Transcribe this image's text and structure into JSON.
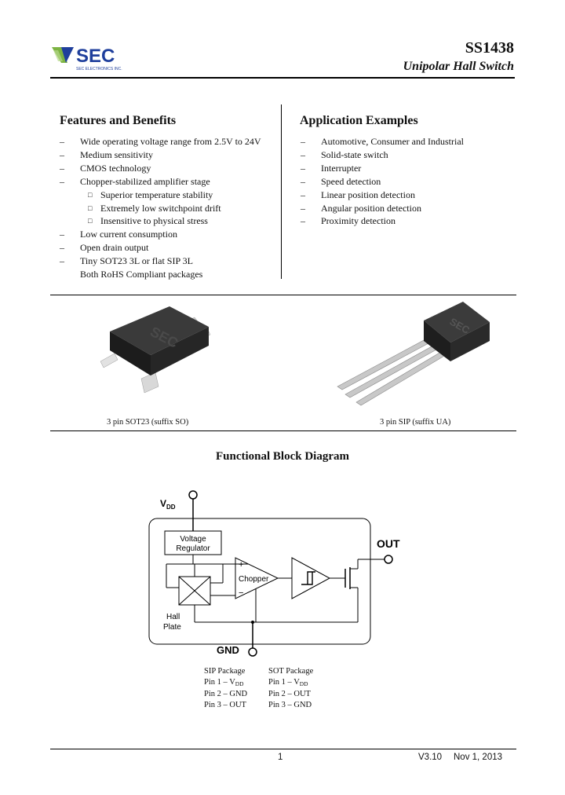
{
  "header": {
    "logo_text": "SEC",
    "logo_subtext": "SEC ELECTRONICS INC.",
    "part_number": "SS1438",
    "subtitle": "Unipolar Hall Switch"
  },
  "features": {
    "title": "Features and Benefits",
    "items": [
      {
        "text": "Wide operating voltage range from 2.5V to 24V",
        "level": 1
      },
      {
        "text": "Medium sensitivity",
        "level": 1
      },
      {
        "text": "CMOS technology",
        "level": 1
      },
      {
        "text": "Chopper-stabilized amplifier stage",
        "level": 1
      },
      {
        "text": "Superior temperature stability",
        "level": 2
      },
      {
        "text": "Extremely low switchpoint drift",
        "level": 2
      },
      {
        "text": "Insensitive to physical stress",
        "level": 2
      },
      {
        "text": "Low current consumption",
        "level": 1
      },
      {
        "text": "Open drain output",
        "level": 1
      },
      {
        "text": "Tiny SOT23 3L or flat SIP 3L",
        "level": 1
      },
      {
        "text": "Both RoHS Compliant packages",
        "level": 0
      }
    ]
  },
  "applications": {
    "title": "Application Examples",
    "items": [
      "Automotive, Consumer and Industrial",
      "Solid-state switch",
      "Interrupter",
      "Speed detection",
      "Linear position detection",
      "Angular position detection",
      "Proximity detection"
    ]
  },
  "packages": {
    "sot_caption": "3 pin SOT23 (suffix SO)",
    "sip_caption": "3 pin SIP (suffix UA)",
    "package_mark": "SEC"
  },
  "diagram": {
    "title": "Functional Block Diagram",
    "vdd_label": "V",
    "vdd_sub": "DD",
    "out_label": "OUT",
    "gnd_label": "GND",
    "regulator_line1": "Voltage",
    "regulator_line2": "Regulator",
    "chopper_label": "Chopper",
    "plus_label": "+",
    "minus_label": "−",
    "hall_line1": "Hall",
    "hall_line2": "Plate"
  },
  "pins": {
    "sip": {
      "title": "SIP Package",
      "pin1": "Pin 1 – V",
      "pin1_sub": "DD",
      "pin2": "Pin 2 – GND",
      "pin3": "Pin 3 – OUT"
    },
    "sot": {
      "title": "SOT Package",
      "pin1": "Pin 1 – V",
      "pin1_sub": "DD",
      "pin2": "Pin 2 – OUT",
      "pin3": "Pin 3 – GND"
    }
  },
  "footer": {
    "page_number": "1",
    "version": "V3.10",
    "date": "Nov 1, 2013"
  },
  "colors": {
    "logo_blue": "#1f3f9c",
    "logo_green": "#7cb342",
    "package_body": "#2b2b2b",
    "lead_metal": "#c8c8c8"
  }
}
